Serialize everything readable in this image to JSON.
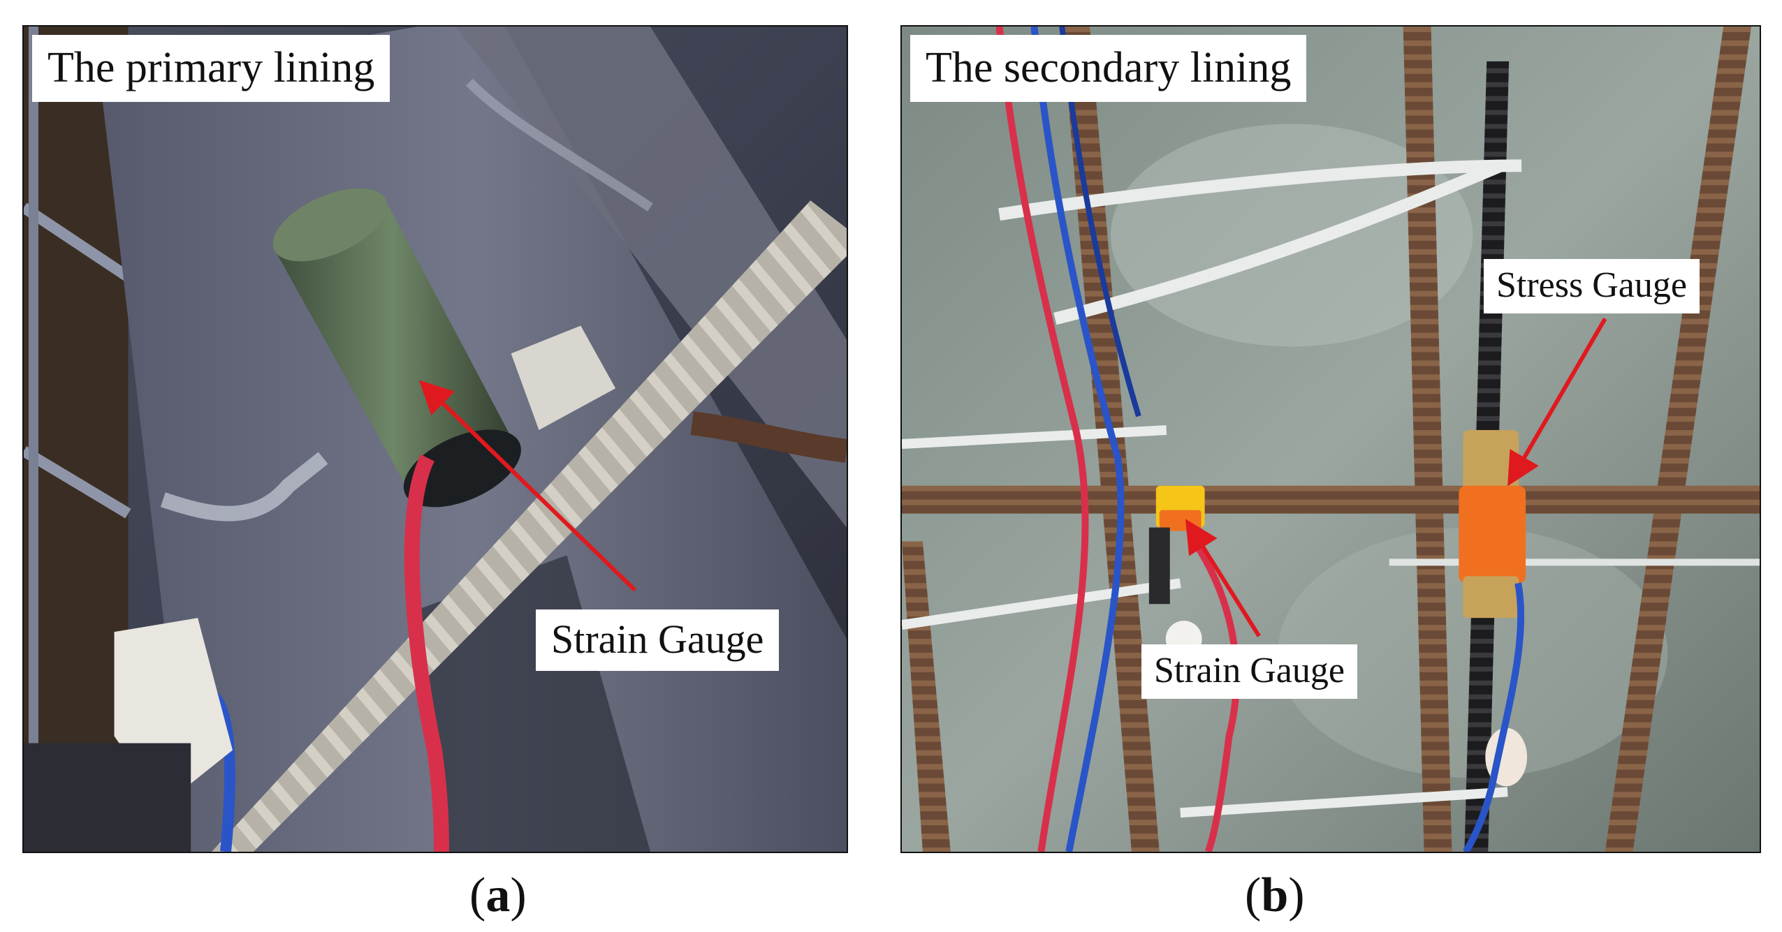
{
  "panel_a": {
    "title": "The primary lining",
    "gauge_label": "Strain Gauge",
    "caption_open": "(",
    "caption_letter": "a",
    "caption_close": ")"
  },
  "panel_b": {
    "title": "The secondary lining",
    "stress_label": "Stress Gauge",
    "strain_label": "Strain Gauge",
    "caption_open": "(",
    "caption_letter": "b",
    "caption_close": ")"
  },
  "colors": {
    "arrow": "#e0191e",
    "cable_red": "#d8304a",
    "cable_blue": "#2a55c8",
    "gauge_orange": "#f07020",
    "gauge_yellow": "#f5c518"
  }
}
